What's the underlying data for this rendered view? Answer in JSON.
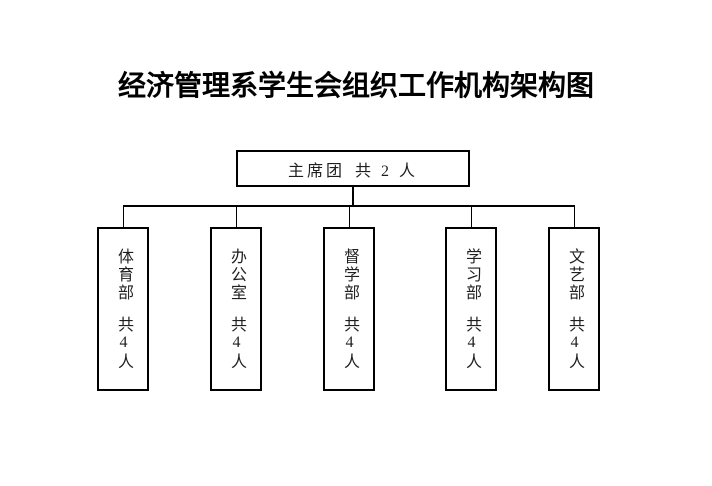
{
  "title": "经济管理系学生会组织工作机构架构图",
  "org_chart": {
    "root": {
      "label": "主席团",
      "count": "共 2 人"
    },
    "departments": [
      {
        "name": "体育部",
        "count": "共4人"
      },
      {
        "name": "办公室",
        "count": "共4人"
      },
      {
        "name": "督学部",
        "count": "共4人"
      },
      {
        "name": "学习部",
        "count": "共4人"
      },
      {
        "name": "文艺部",
        "count": "共4人"
      }
    ]
  },
  "colors": {
    "background": "#ffffff",
    "line": "#000000",
    "text": "#1f1f1f"
  }
}
